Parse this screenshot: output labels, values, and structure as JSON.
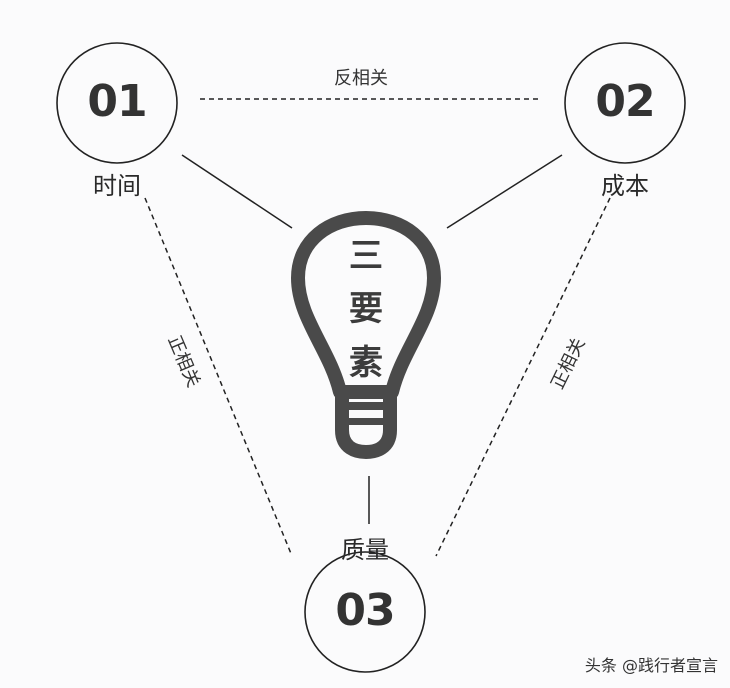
{
  "diagram": {
    "title_center": [
      "三",
      "要",
      "素"
    ],
    "nodes": [
      {
        "number": "01",
        "label": "时间"
      },
      {
        "number": "02",
        "label": "成本"
      },
      {
        "number": "03",
        "label": "质量"
      }
    ],
    "relations": {
      "time_cost": "反相关",
      "time_quality": "正相关",
      "cost_quality": "正相关"
    },
    "colors": {
      "background": "#fbfbfc",
      "stroke": "#222222",
      "bulb": "#4a4a4a",
      "number": "#333333"
    }
  },
  "watermark": "头条 @践行者宣言"
}
